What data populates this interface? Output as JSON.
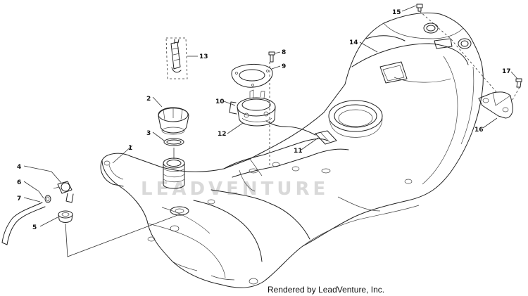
{
  "watermark": "LEADVENTURE",
  "credit": "Rendered by LeadVenture, Inc.",
  "callouts": [
    {
      "id": "1",
      "text": "1"
    },
    {
      "id": "2",
      "text": "2"
    },
    {
      "id": "3",
      "text": "3"
    },
    {
      "id": "4",
      "text": "4"
    },
    {
      "id": "5",
      "text": "5"
    },
    {
      "id": "6",
      "text": "6"
    },
    {
      "id": "7",
      "text": "7"
    },
    {
      "id": "8",
      "text": "8"
    },
    {
      "id": "9",
      "text": "9"
    },
    {
      "id": "10",
      "text": "10"
    },
    {
      "id": "11",
      "text": "11"
    },
    {
      "id": "12",
      "text": "12"
    },
    {
      "id": "13",
      "text": "13"
    },
    {
      "id": "14",
      "text": "14"
    },
    {
      "id": "15",
      "text": "15"
    },
    {
      "id": "16",
      "text": "16"
    },
    {
      "id": "17",
      "text": "17"
    }
  ]
}
